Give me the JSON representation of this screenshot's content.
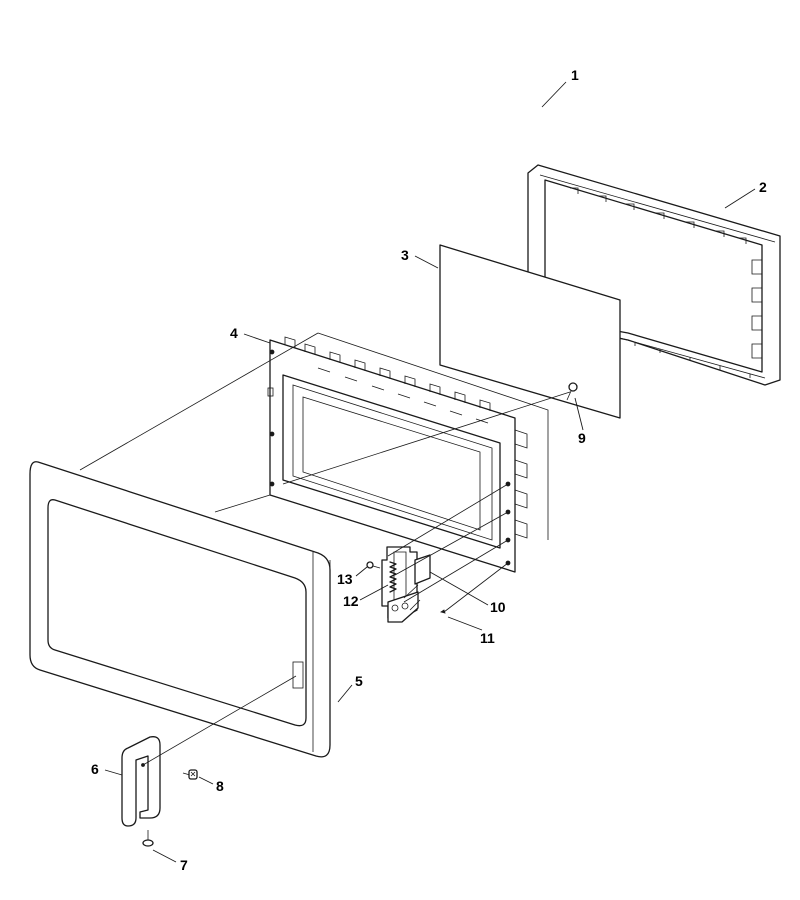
{
  "callouts": [
    {
      "id": "1",
      "label": "1"
    },
    {
      "id": "2",
      "label": "2"
    },
    {
      "id": "3",
      "label": "3"
    },
    {
      "id": "4",
      "label": "4"
    },
    {
      "id": "5",
      "label": "5"
    },
    {
      "id": "6",
      "label": "6"
    },
    {
      "id": "7",
      "label": "7"
    },
    {
      "id": "8",
      "label": "8"
    },
    {
      "id": "9",
      "label": "9"
    },
    {
      "id": "10",
      "label": "10"
    },
    {
      "id": "11",
      "label": "11"
    },
    {
      "id": "12",
      "label": "12"
    },
    {
      "id": "13",
      "label": "13"
    }
  ],
  "colors": {
    "ink": "#1a1a1a",
    "background": "#ffffff"
  }
}
